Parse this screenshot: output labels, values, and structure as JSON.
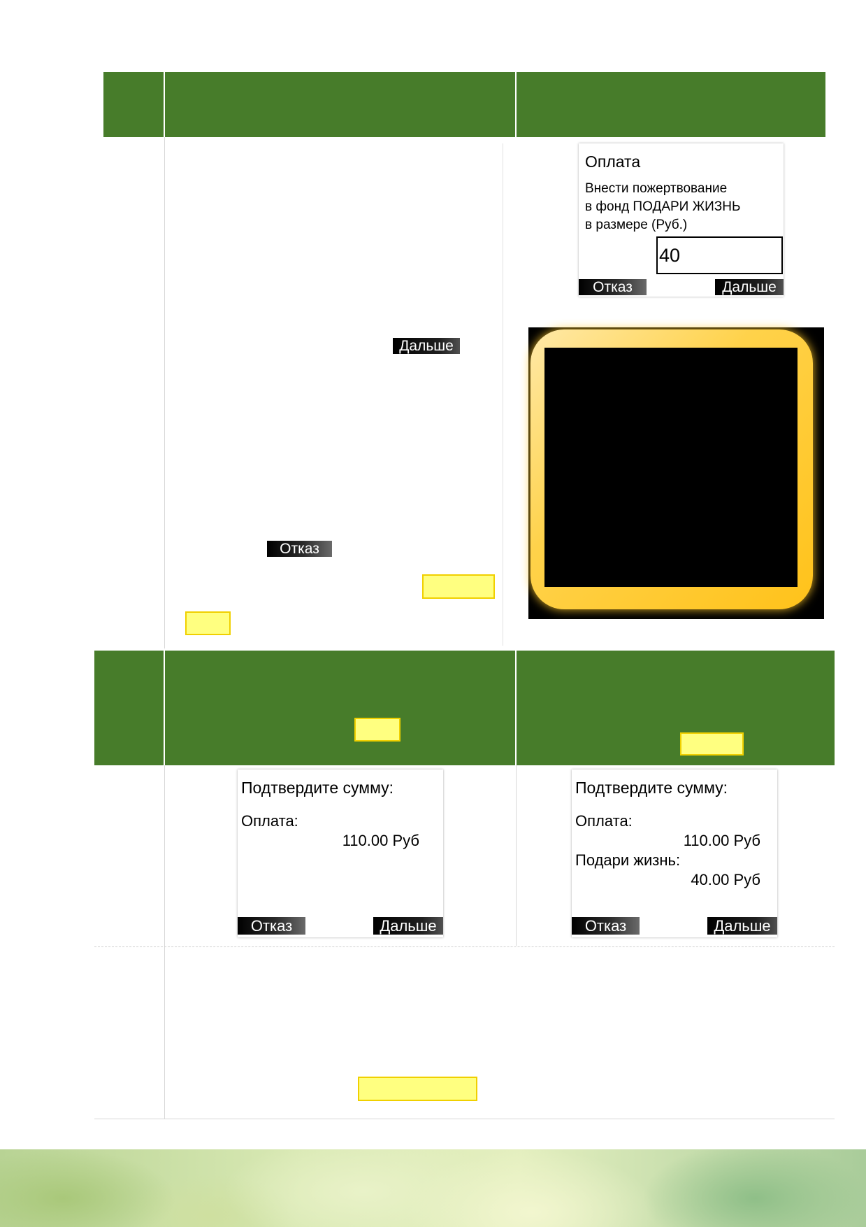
{
  "donation_screen": {
    "title": "Оплата",
    "line1": "Внести пожертвование",
    "line2": "в фонд ПОДАРИ ЖИЗНЬ",
    "line3": "в размере (Руб.)",
    "amount_value": "40",
    "cancel_label": "Отказ",
    "next_label": "Дальше"
  },
  "inline_keys": {
    "next_label": "Дальше",
    "cancel_label": "Отказ"
  },
  "confirm_left": {
    "title": "Подтвердите сумму:",
    "payment_label": "Оплата:",
    "payment_value": "110.00 Руб",
    "cancel_label": "Отказ",
    "next_label": "Дальше"
  },
  "confirm_right": {
    "title": "Подтвердите сумму:",
    "payment_label": "Оплата:",
    "payment_value": "110.00 Руб",
    "donation_label": "Подари жизнь:",
    "donation_value": "40.00 Руб",
    "cancel_label": "Отказ",
    "next_label": "Дальше"
  },
  "colors": {
    "header_green": "#477c2a",
    "highlight_yellow": "#ffff80",
    "frame_yellow": "#ffc21a"
  }
}
